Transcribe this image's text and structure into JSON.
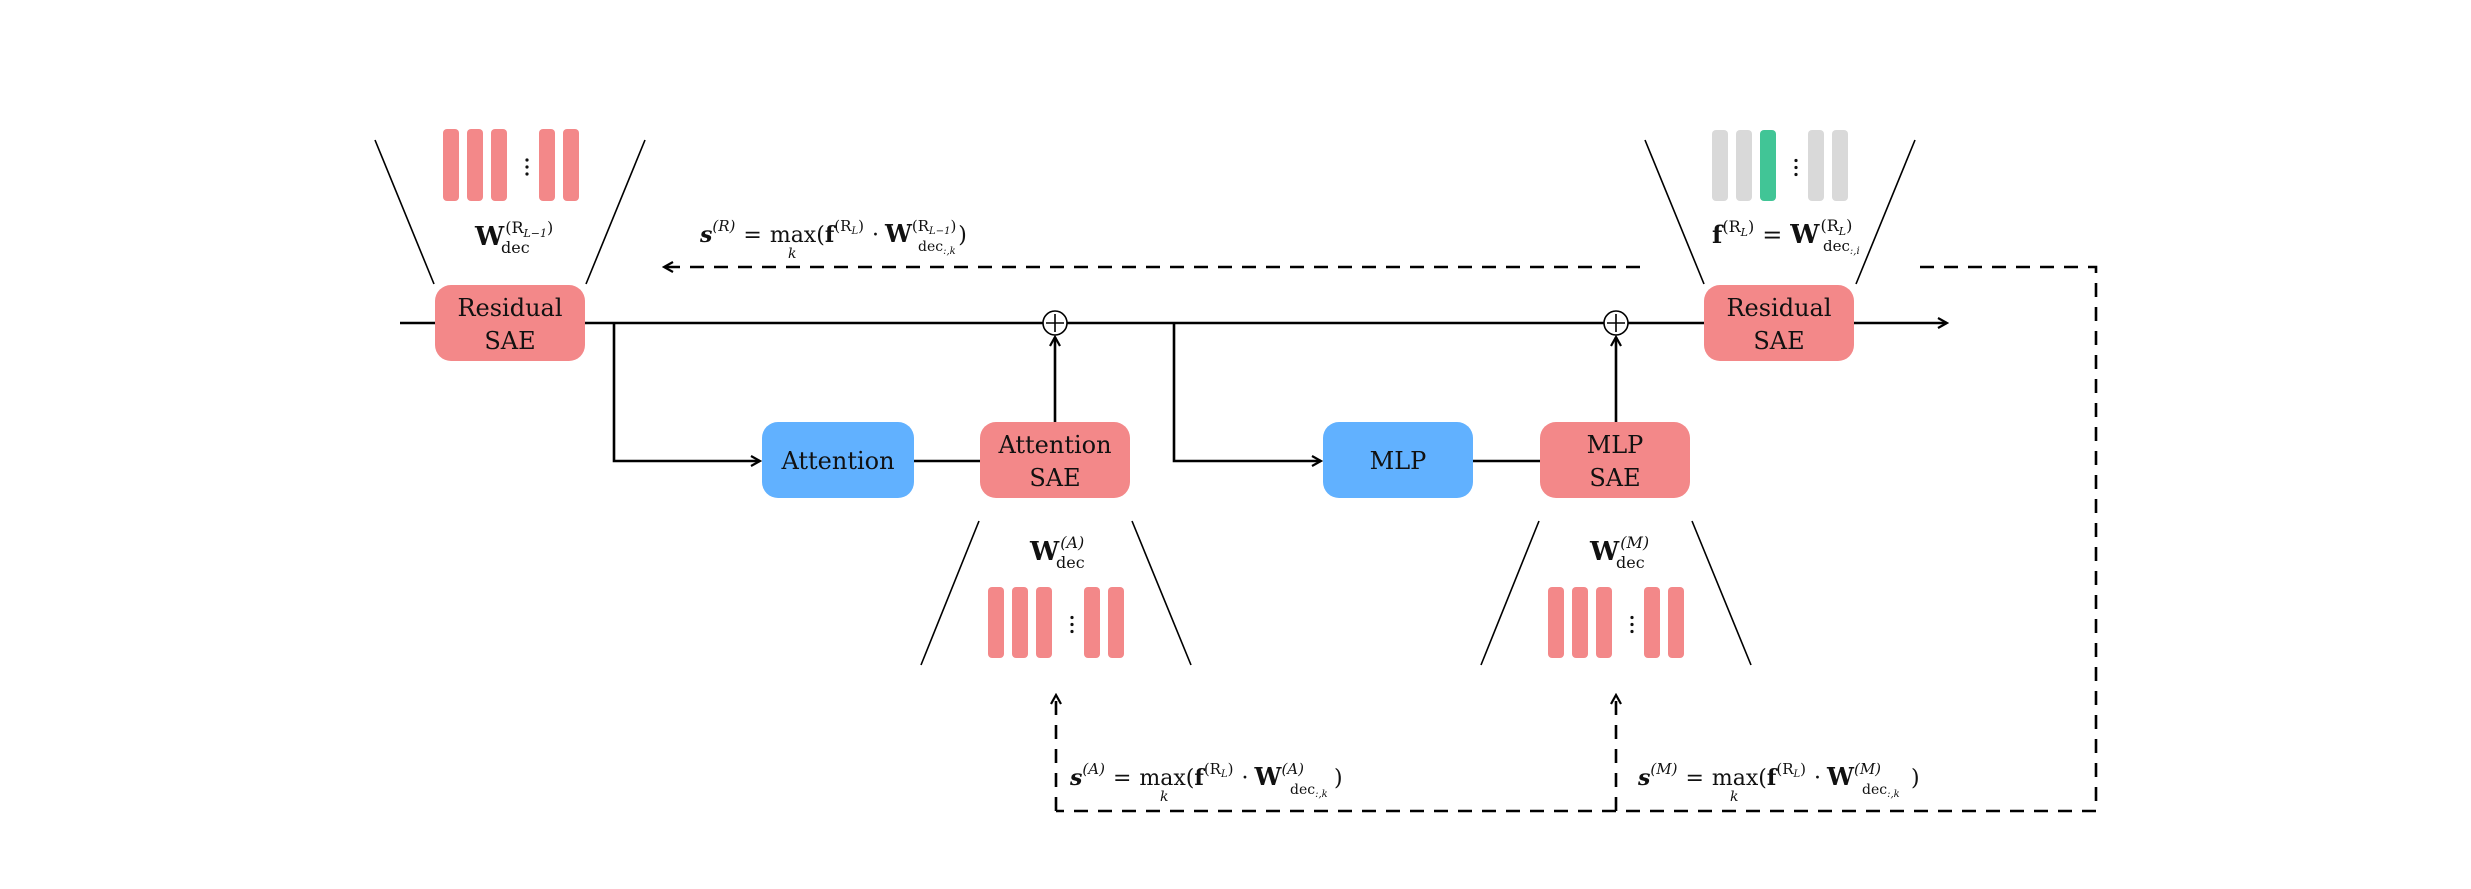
{
  "colors": {
    "sae": "#F38889",
    "module": "#61B1FF",
    "active_feature": "#41C596",
    "inactive_feature": "#D9D9D9",
    "line": "#000000"
  },
  "blocks": {
    "residual_sae_in": {
      "line1": "Residual",
      "line2": "SAE"
    },
    "residual_sae_out": {
      "line1": "Residual",
      "line2": "SAE"
    },
    "attention": {
      "label": "Attention"
    },
    "attention_sae": {
      "line1": "Attention",
      "line2": "SAE"
    },
    "mlp": {
      "label": "MLP"
    },
    "mlp_sae": {
      "line1": "MLP",
      "line2": "SAE"
    }
  },
  "add_symbol": "+",
  "ellipsis": "⋮",
  "decoders": {
    "residual_in": {
      "base": "W",
      "sub": "dec",
      "sup": "(R",
      "sup_sub": "L−1",
      "sup_close": ")"
    },
    "residual_out": {
      "lhs": "f",
      "lhs_sup": "(R",
      "lhs_sup_sub": "L",
      "lhs_sup_close": ")",
      "eq": "=",
      "base": "W",
      "sub": "dec",
      "sub_sub": ":,i",
      "sup": "(R",
      "sup_sub": "L",
      "sup_close": ")"
    },
    "attention": {
      "base": "W",
      "sub": "dec",
      "sup": "(A)"
    },
    "mlp": {
      "base": "W",
      "sub": "dec",
      "sup": "(M)"
    }
  },
  "scores": {
    "residual": {
      "s": "s",
      "s_sup": "(R)",
      "eq": "=",
      "max": "max",
      "k": "k",
      "f": "f",
      "f_sup": "(R",
      "f_sup_sub": "L",
      "f_sup_close": ")",
      "dot": "·",
      "W": "W",
      "sub": "dec",
      "sub_sub": ":,k",
      "W_sup": "(R",
      "W_sup_sub": "L−1",
      "W_sup_close": ")",
      "open": "(",
      "close": ")"
    },
    "attention": {
      "s": "s",
      "s_sup": "(A)",
      "eq": "=",
      "max": "max",
      "k": "k",
      "f": "f",
      "f_sup": "(R",
      "f_sup_sub": "L",
      "f_sup_close": ")",
      "dot": "·",
      "W": "W",
      "sub": "dec",
      "sub_sub": ":,k",
      "W_sup": "(A)",
      "open": "(",
      "close": ")"
    },
    "mlp": {
      "s": "s",
      "s_sup": "(M)",
      "eq": "=",
      "max": "max",
      "k": "k",
      "f": "f",
      "f_sup": "(R",
      "f_sup_sub": "L",
      "f_sup_close": ")",
      "dot": "·",
      "W": "W",
      "sub": "dec",
      "sub_sub": ":,k",
      "W_sup": "(M)",
      "open": "(",
      "close": ")"
    }
  },
  "feature_columns": {
    "residual_out_active_index": 2,
    "count_before_ellipsis": 3,
    "count_after_ellipsis": 2
  }
}
